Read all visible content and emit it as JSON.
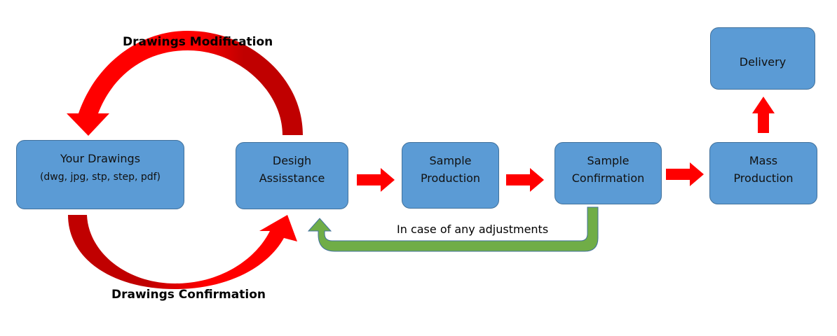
{
  "diagram": {
    "title": "Production workflow",
    "colors": {
      "box_fill": "#5b9bd5",
      "box_border": "#41719c",
      "arrow_red": "#ff0000",
      "arrow_dark_red": "#c00000",
      "arrow_green": "#70ad47",
      "arrow_green_border": "#41719c"
    },
    "nodes": [
      {
        "id": "your-drawings",
        "title": "Your Drawings",
        "subtitle": "(dwg, jpg, stp, step, pdf)"
      },
      {
        "id": "design-assistance",
        "line1": "Desigh",
        "line2": "Assisstance"
      },
      {
        "id": "sample-production",
        "line1": "Sample",
        "line2": "Production"
      },
      {
        "id": "sample-confirmation",
        "line1": "Sample",
        "line2": "Confirmation"
      },
      {
        "id": "mass-production",
        "line1": "Mass",
        "line2": "Production"
      },
      {
        "id": "delivery",
        "title": "Delivery"
      }
    ],
    "edges": [
      {
        "from": "design-assistance",
        "to": "your-drawings",
        "label": "Drawings Modification"
      },
      {
        "from": "your-drawings",
        "to": "design-assistance",
        "label": "Drawings Confirmation"
      },
      {
        "from": "design-assistance",
        "to": "sample-production",
        "label": ""
      },
      {
        "from": "sample-production",
        "to": "sample-confirmation",
        "label": ""
      },
      {
        "from": "sample-confirmation",
        "to": "mass-production",
        "label": ""
      },
      {
        "from": "mass-production",
        "to": "delivery",
        "label": ""
      },
      {
        "from": "sample-confirmation",
        "to": "design-assistance",
        "label": "In case of any adjustments"
      }
    ]
  }
}
